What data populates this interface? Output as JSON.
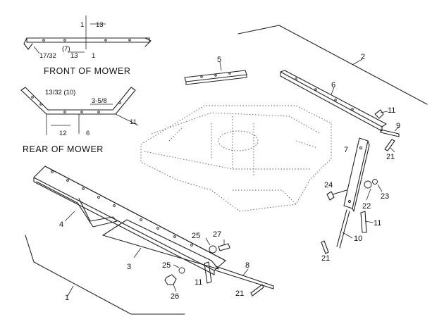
{
  "captions": {
    "front": "FRONT OF MOWER",
    "rear": "REAR OF MOWER"
  },
  "dimensions": {
    "front_top": "13",
    "front_top_prefix": "1",
    "front_paren": "(7)",
    "front_bottom": "13",
    "front_bottom_suffix": "1",
    "front_edge": "17/32",
    "rear_top": "13/32 (10)",
    "rear_mid": "3-5/8",
    "rear_left": "12",
    "rear_center": "6",
    "rear_right": "11"
  },
  "parts": {
    "p1": "1",
    "p2": "2",
    "p3": "3",
    "p4": "4",
    "p5": "5",
    "p6": "6",
    "p7": "7",
    "p8": "8",
    "p9": "9",
    "p10": "10",
    "p11a": "11",
    "p11b": "11",
    "p11c": "11",
    "p21a": "21",
    "p21b": "21",
    "p21c": "21",
    "p22": "22",
    "p23": "23",
    "p24": "24",
    "p25a": "25",
    "p25b": "25",
    "p26": "26",
    "p27": "27"
  }
}
